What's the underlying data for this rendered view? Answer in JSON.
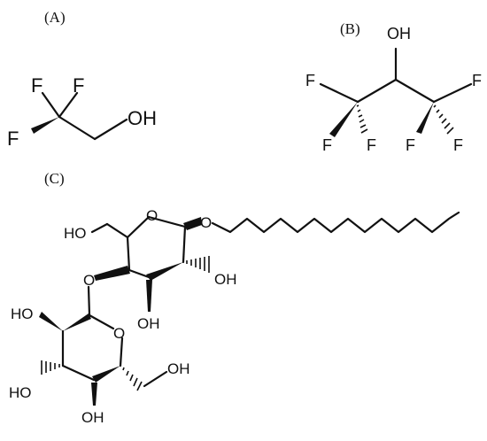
{
  "panels": {
    "a": {
      "label": "(A)",
      "atoms": {
        "f1": "F",
        "f2": "F",
        "f3": "F",
        "oh": "OH"
      }
    },
    "b": {
      "label": "(B)",
      "atoms": {
        "oh": "OH",
        "f1": "F",
        "f2": "F",
        "f3": "F",
        "f4": "F",
        "f5": "F",
        "f6": "F"
      }
    },
    "c": {
      "label": "(C)",
      "atoms": {
        "ring1_o": "O",
        "glycosidic_o": "O",
        "ch2oh_1": "HO",
        "oh_c2": "OH",
        "oh_c3": "OH",
        "link_o": "O",
        "ring2_o": "O",
        "oh_c2b": "HO",
        "oh_c3b": "HO",
        "oh_c4b": "OH",
        "ch2oh_2": "OH"
      }
    }
  }
}
